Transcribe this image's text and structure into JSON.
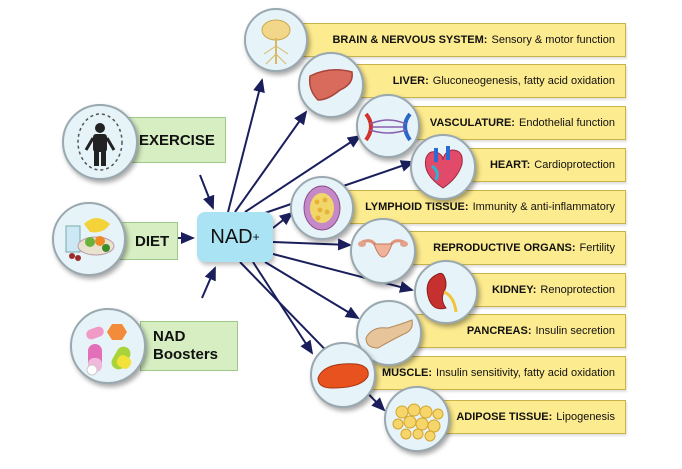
{
  "center": {
    "label": "NAD",
    "superscript": "+"
  },
  "inputs": [
    {
      "id": "exercise",
      "label": "EXERCISE",
      "icon": "jump-rope-person-icon"
    },
    {
      "id": "diet",
      "label": "DIET",
      "icon": "food-icon"
    },
    {
      "id": "boosters",
      "label_line1": "NAD",
      "label_line2": "Boosters",
      "icon": "pills-icon"
    }
  ],
  "organs": [
    {
      "name": "BRAIN & NERVOUS SYSTEM:",
      "effect": "Sensory & motor function",
      "icon": "brain-nerves-icon"
    },
    {
      "name": "LIVER:",
      "effect": "Gluconeogenesis, fatty acid oxidation",
      "icon": "liver-icon"
    },
    {
      "name": "VASCULATURE:",
      "effect": "Endothelial function",
      "icon": "blood-vessels-icon"
    },
    {
      "name": "HEART:",
      "effect": "Cardioprotection",
      "icon": "heart-icon"
    },
    {
      "name": "LYMPHOID TISSUE:",
      "effect": "Immunity & anti-inflammatory",
      "icon": "lymph-node-icon"
    },
    {
      "name": "REPRODUCTIVE ORGANS:",
      "effect": "Fertility",
      "icon": "uterus-icon"
    },
    {
      "name": "KIDNEY:",
      "effect": "Renoprotection",
      "icon": "kidney-icon"
    },
    {
      "name": "PANCREAS:",
      "effect": "Insulin secretion",
      "icon": "pancreas-icon"
    },
    {
      "name": "MUSCLE:",
      "effect": "Insulin sensitivity, fatty acid oxidation",
      "icon": "muscle-icon"
    },
    {
      "name": "ADIPOSE TISSUE:",
      "effect": "Lipogenesis",
      "icon": "adipose-cells-icon"
    }
  ],
  "colors": {
    "input_box": "#d6eec2",
    "nad_box": "#a9e3f4",
    "organ_bar": "#fdeb8f",
    "arrow": "#1a1f5c"
  }
}
